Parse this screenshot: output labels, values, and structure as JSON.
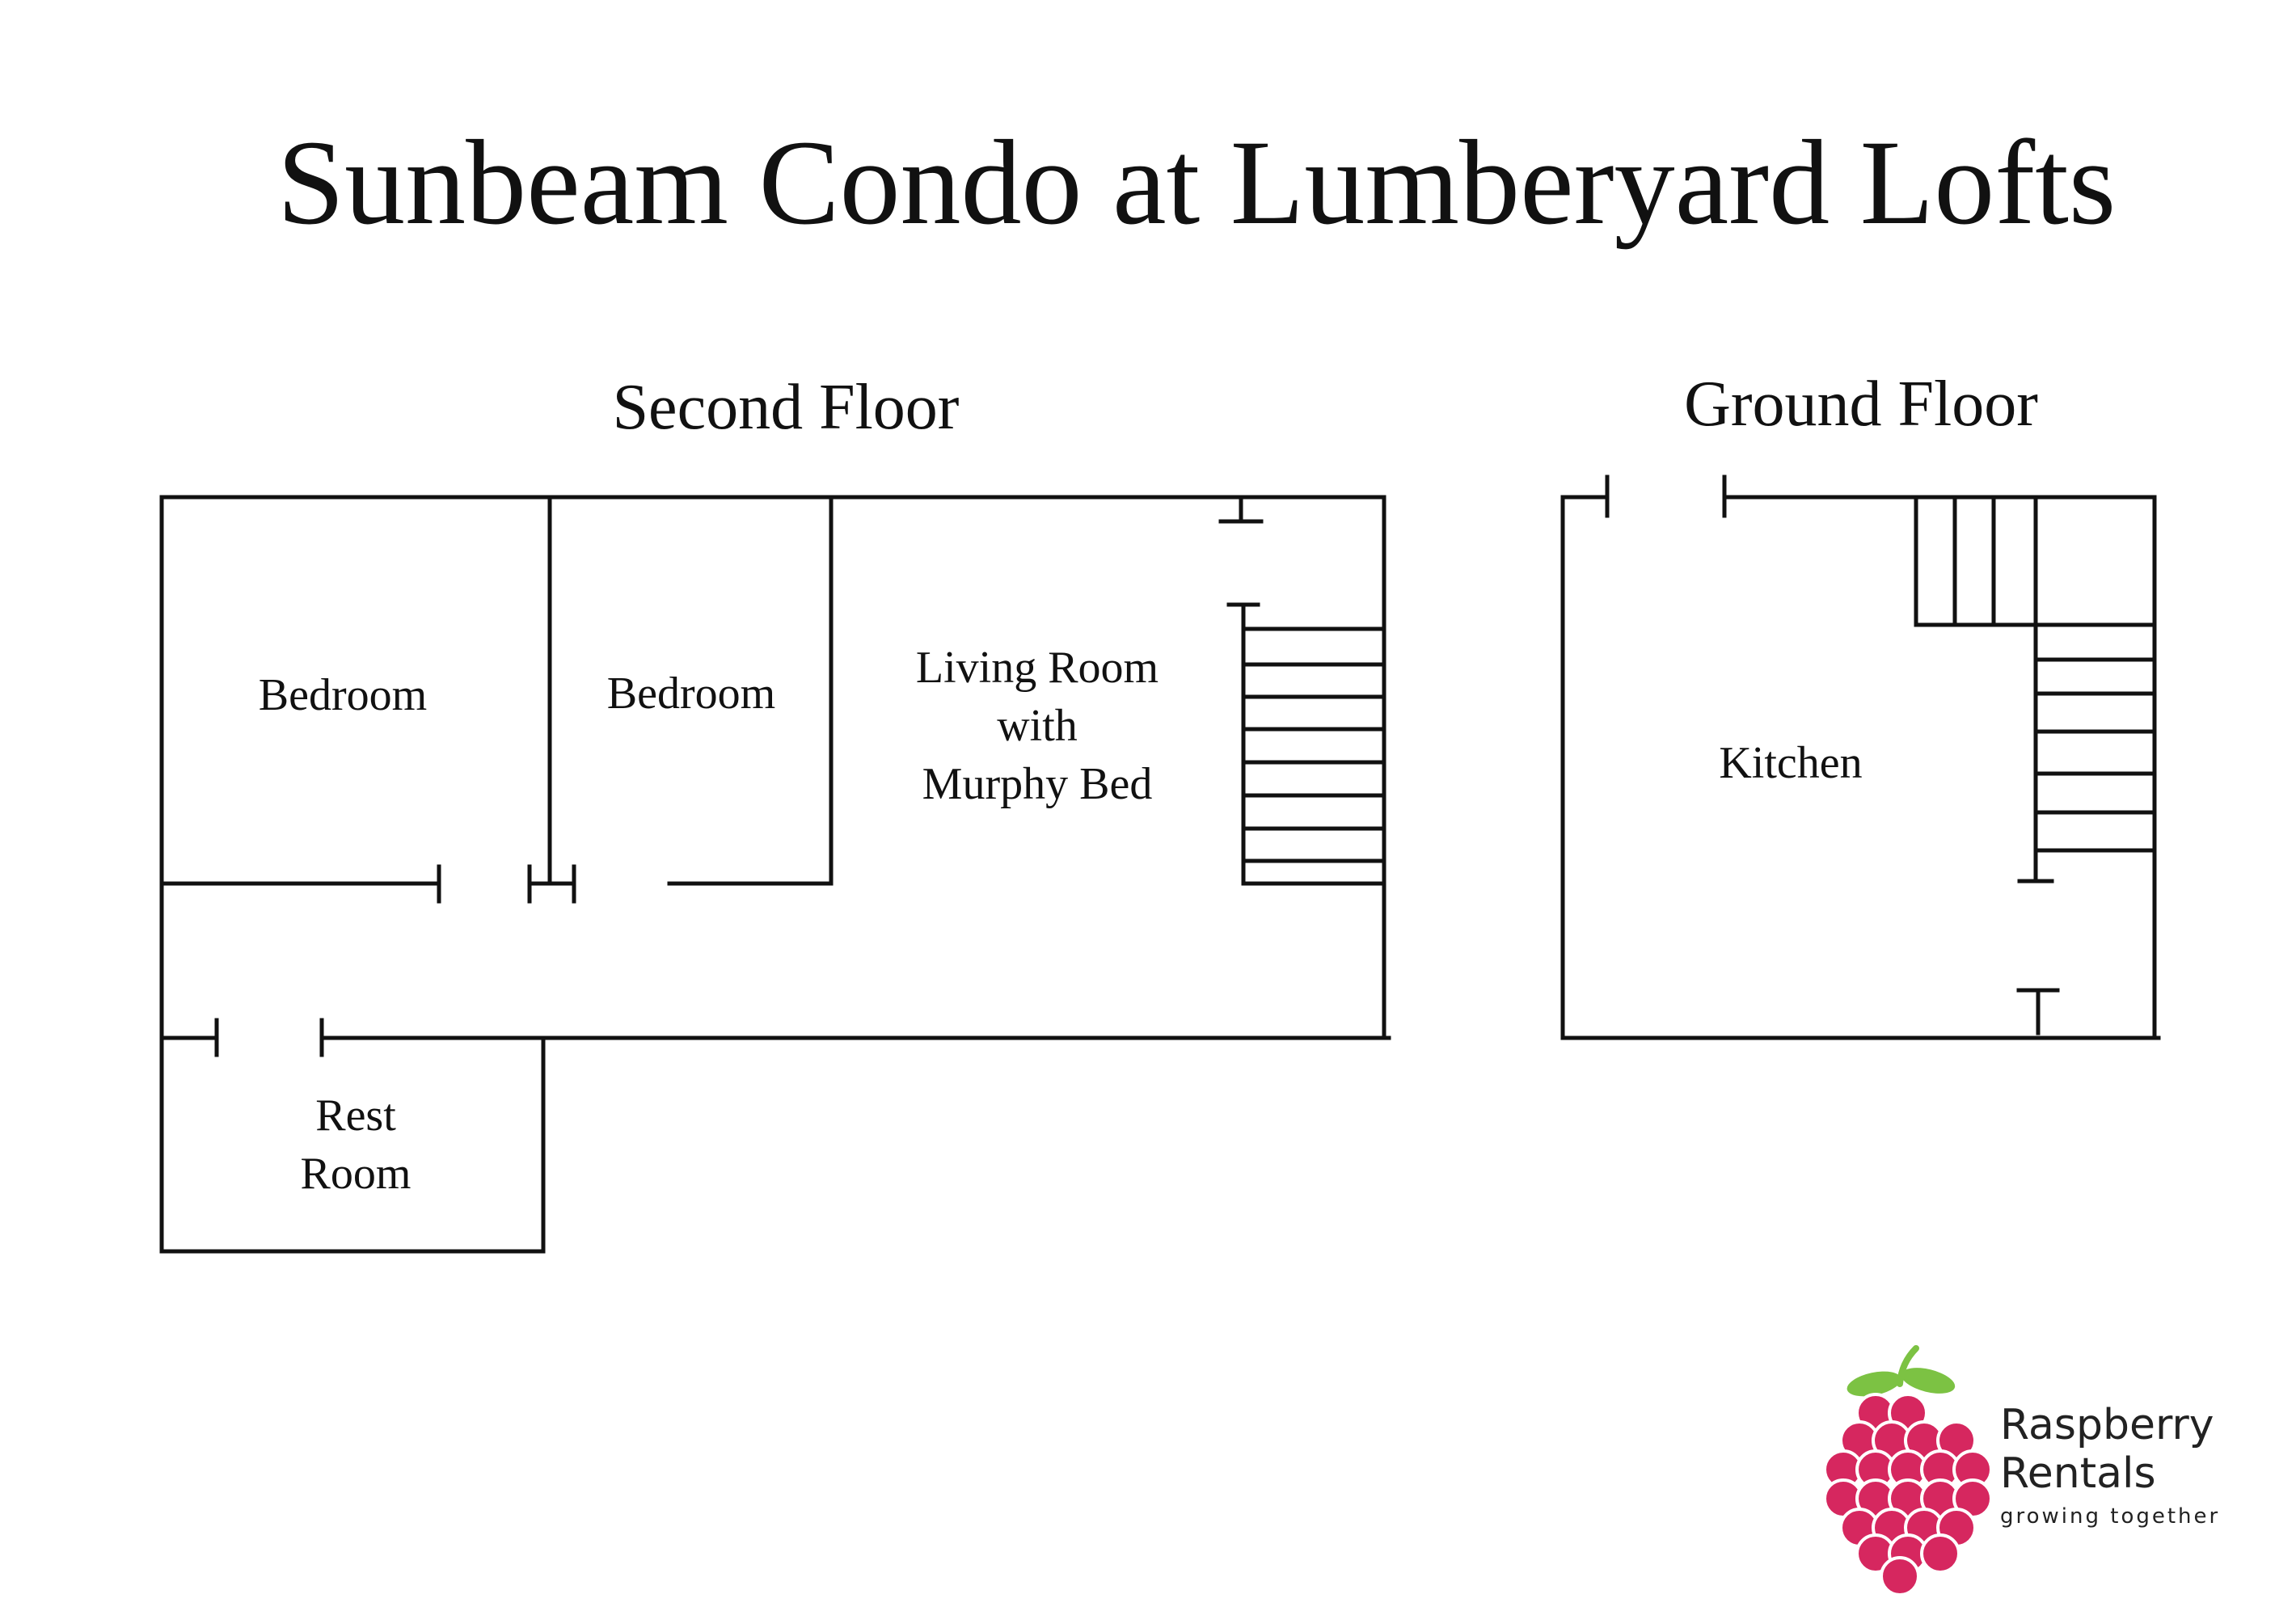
{
  "title": "Sunbeam Condo at Lumberyard Lofts",
  "floors": {
    "second": {
      "heading": "Second Floor",
      "rooms": {
        "bedroom_left": "Bedroom",
        "bedroom_middle": "Bedroom",
        "living_line1": "Living Room",
        "living_line2": "with",
        "living_line3": "Murphy Bed",
        "restroom_line1": "Rest",
        "restroom_line2": "Room"
      }
    },
    "ground": {
      "heading": "Ground Floor",
      "rooms": {
        "kitchen": "Kitchen"
      }
    }
  },
  "brand": {
    "name_line1": "Raspberry",
    "name_line2": "Rentals",
    "tagline": "growing together",
    "logo_icon": "raspberry-icon",
    "colors": {
      "berry": "#d6275f",
      "berry_outline": "#ffffff",
      "leaf": "#7cc243",
      "text": "#222222"
    }
  }
}
